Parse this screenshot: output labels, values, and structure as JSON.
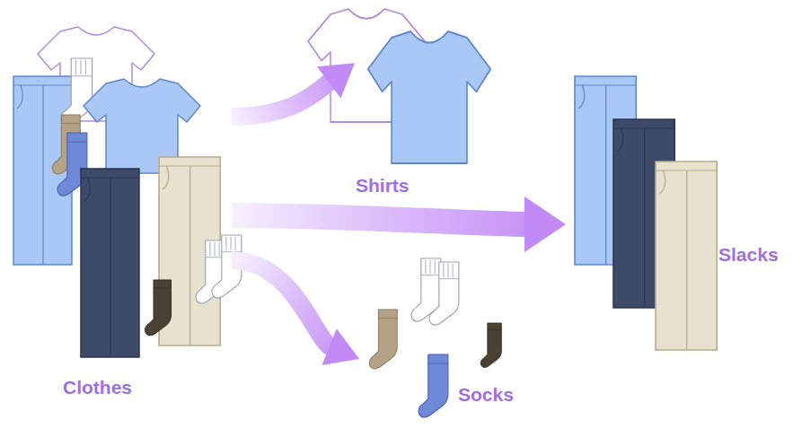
{
  "diagram": {
    "nodes": [
      {
        "text": [
          "Clothes"
        ]
      },
      {
        "text": [
          "Shirts"
        ]
      },
      {
        "text": [
          "Slacks"
        ]
      },
      {
        "text": [
          "Socks"
        ]
      }
    ],
    "edges": [
      {
        "from": 0,
        "to": 1,
        "arrow": "to"
      },
      {
        "from": 0,
        "to": 2,
        "arrow": "to"
      },
      {
        "from": 0,
        "to": 3,
        "arrow": "to"
      }
    ]
  }
}
